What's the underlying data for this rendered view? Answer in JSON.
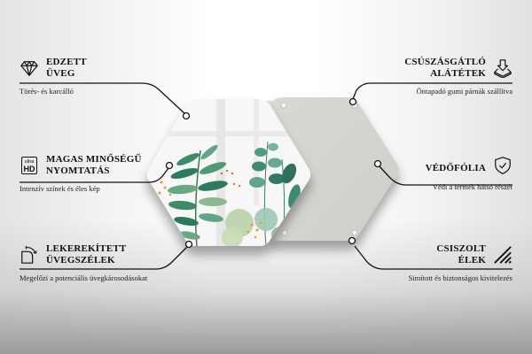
{
  "colors": {
    "line": "#111111",
    "back_panel": "#d6d5cf",
    "leaf_dark": "#2f7a5c",
    "leaf_mid": "#5ea58a",
    "leaf_light": "#a8c99a",
    "flower": "#e89a2c"
  },
  "features_left": [
    {
      "icon": "diamond-icon",
      "title_line1": "EDZETT",
      "title_line2": "ÜVEG",
      "description": "Törés- és karcálló"
    },
    {
      "icon": "ultra-hd-icon",
      "icon_text_top": "ultra",
      "icon_text_bottom": "HD",
      "title_line1": "MAGAS MINŐSÉGŰ",
      "title_line2": "NYOMTATÁS",
      "description": "Intenzív színek és éles kép"
    },
    {
      "icon": "rounded-corner-icon",
      "title_line1": "LEKEREKÍTETT",
      "title_line2": "ÜVEGSZÉLEK",
      "description": "Megelőzi a potenciális üvegkárosodásokat"
    }
  ],
  "features_right": [
    {
      "icon": "anti-slip-pad-icon",
      "title_line1": "CSÚSZÁSGÁTLÓ",
      "title_line2": "ALÁTÉTEK",
      "description": "Öntapadó gumi párnák szállítva"
    },
    {
      "icon": "shield-check-icon",
      "title_line1": "VÉDŐFÓLIA",
      "title_line2": "",
      "description": "Védi a termék hátsó részét"
    },
    {
      "icon": "polished-edge-icon",
      "title_line1": "CSISZOLT",
      "title_line2": "ÉLEK",
      "description": "Simított és biztonságos kivitelezés"
    }
  ]
}
